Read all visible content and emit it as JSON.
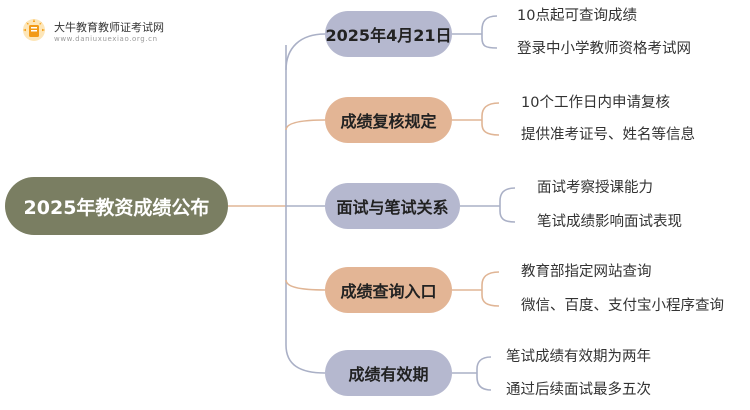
{
  "colors": {
    "root": "#7a7e62",
    "branch_purple": "#b5b8cf",
    "branch_peach": "#e3b595",
    "line_purple": "#aab0c6",
    "line_peach": "#e0b595"
  },
  "logo": {
    "icon": "book-icon",
    "title": "大牛教育教师证考试网",
    "url": "www.daniuxuexiao.org.cn"
  },
  "root": {
    "label": "2025年教资成绩公布"
  },
  "branches": [
    {
      "label": "2025年4月21日",
      "color": "purple",
      "leaves": [
        "10点起可查询成绩",
        "登录中小学教师资格考试网"
      ]
    },
    {
      "label": "成绩复核规定",
      "color": "peach",
      "leaves": [
        "10个工作日内申请复核",
        "提供准考证号、姓名等信息"
      ]
    },
    {
      "label": "面试与笔试关系",
      "color": "purple",
      "leaves": [
        "面试考察授课能力",
        "笔试成绩影响面试表现"
      ]
    },
    {
      "label": "成绩查询入口",
      "color": "peach",
      "leaves": [
        "教育部指定网站查询",
        "微信、百度、支付宝小程序查询"
      ]
    },
    {
      "label": "成绩有效期",
      "color": "purple",
      "leaves": [
        "笔试成绩有效期为两年",
        "通过后续面试最多五次"
      ]
    }
  ]
}
